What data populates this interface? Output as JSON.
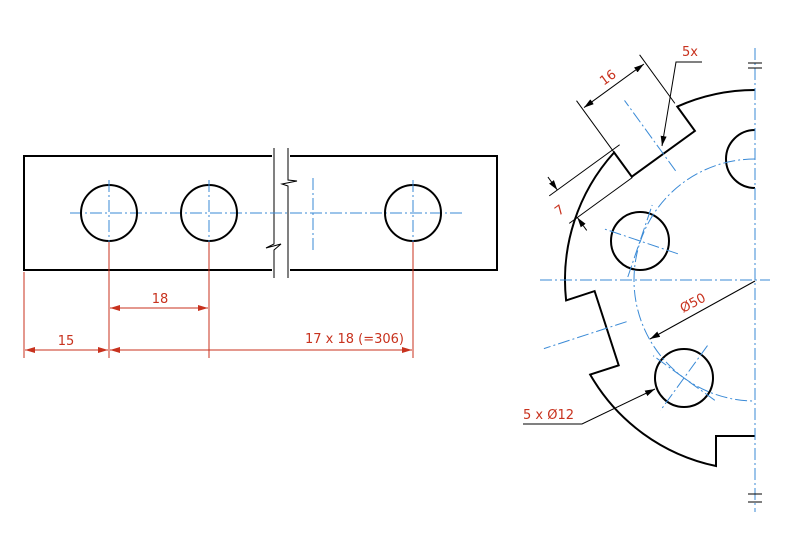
{
  "colors": {
    "outline": "#000000",
    "centerline": "#3a8ad6",
    "dimension": "#c8321e"
  },
  "front_view": {
    "dimensions": {
      "pitch": "18",
      "edge_offset": "15",
      "total_pitch": "17 x 18 (=306)"
    }
  },
  "side_view": {
    "dimensions": {
      "slot_width": "16",
      "slot_depth": "7",
      "slot_count": "5x",
      "bolt_circle": "Ø50",
      "holes": "5 x Ø12"
    }
  }
}
